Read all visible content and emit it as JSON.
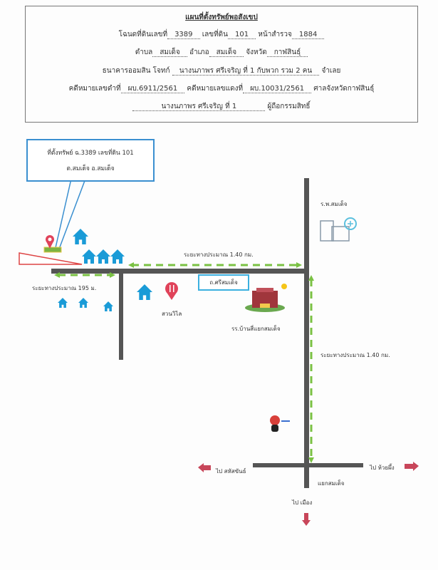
{
  "header": {
    "title": "แผนที่ตั้งทรัพย์พอสังเขป",
    "deed_label": "โฉนดที่ดินเลขที่",
    "deed_no": "3389",
    "land_label": "เลขที่ดิน",
    "land_no": "101",
    "survey_label": "หน้าสำรวจ",
    "survey_no": "1884",
    "subdistrict_label": "ตำบล",
    "subdistrict": "สมเด็จ",
    "district_label": "อำเภอ",
    "district": "สมเด็จ",
    "province_label": "จังหวัด",
    "province": "กาฬสินธุ์",
    "plaintiff": "ธนาคารออมสิน",
    "plaintiff_label": "โจทก์",
    "defendant": "นางนภาพร ศรีเจริญ ที่ 1 กับพวก รวม 2 คน",
    "defendant_label": "จำเลย",
    "black_case_label": "คดีหมายเลขดำที่",
    "black_case": "ผบ.6911/2561",
    "red_case_label": "คดีหมายเลขแดงที่",
    "red_case": "ผบ.10031/2561",
    "court": "ศาลจังหวัดกาฬสินธุ์",
    "owner": "นางนภาพร ศรีเจริญ ที่ 1",
    "owner_label": "ผู้ถือกรรมสิทธิ์"
  },
  "map": {
    "callout_line1": "ที่ตั้งทรัพย์ ฉ.3389   เลขที่ดิน 101",
    "callout_line2": "ต.สมเด็จ  อ.สมเด็จ",
    "dist_main": "ระยะทางประมาณ 1.40 กม.",
    "dist_left": "ระยะทางประมาณ 195 ม.",
    "dist_vertical": "ระยะทางประมาณ 1.40 กม.",
    "road_name": "ถ.ศรีสมเด็จ",
    "restaurant": "สวนวิไล",
    "school": "รร.บ้านสี่แยกสมเด็จ",
    "hospital": "ร.พ.สมเด็จ",
    "to_west": "ไป สหัสขันธ์",
    "to_east": "ไป ห้วยผึ้ง",
    "junction": "แยกสมเด็จ",
    "to_south": "ไป เมือง"
  },
  "colors": {
    "road": "#555555",
    "dash": "#7ac143",
    "house": "#1a9bd7",
    "arrow": "#c8465a",
    "box": "#3a8fd0"
  }
}
